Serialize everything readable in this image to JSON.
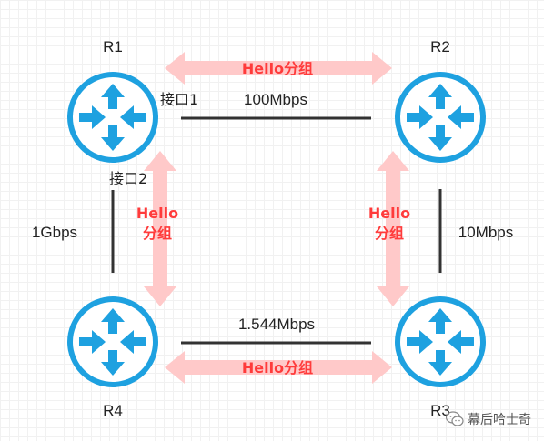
{
  "routers": [
    {
      "id": "R1",
      "label": "R1"
    },
    {
      "id": "R2",
      "label": "R2"
    },
    {
      "id": "R3",
      "label": "R3"
    },
    {
      "id": "R4",
      "label": "R4"
    }
  ],
  "interfaces": {
    "if1": "接口1",
    "if2": "接口2"
  },
  "links": {
    "r1_r2": "100Mbps",
    "r2_r3": "10Mbps",
    "r3_r4": "1.544Mbps",
    "r4_r1": "1Gbps"
  },
  "hello": {
    "top": "Hello分组",
    "bottom": "Hello分组",
    "left_line1": "Hello",
    "left_line2": "分组",
    "right_line1": "Hello",
    "right_line2": "分组"
  },
  "watermark": "幕后哈士奇",
  "colors": {
    "router_fill": "#1ea1e0",
    "arrow_fill": "#ffc9c9",
    "hello_text": "#ff3b3b",
    "link_line": "#333333"
  }
}
